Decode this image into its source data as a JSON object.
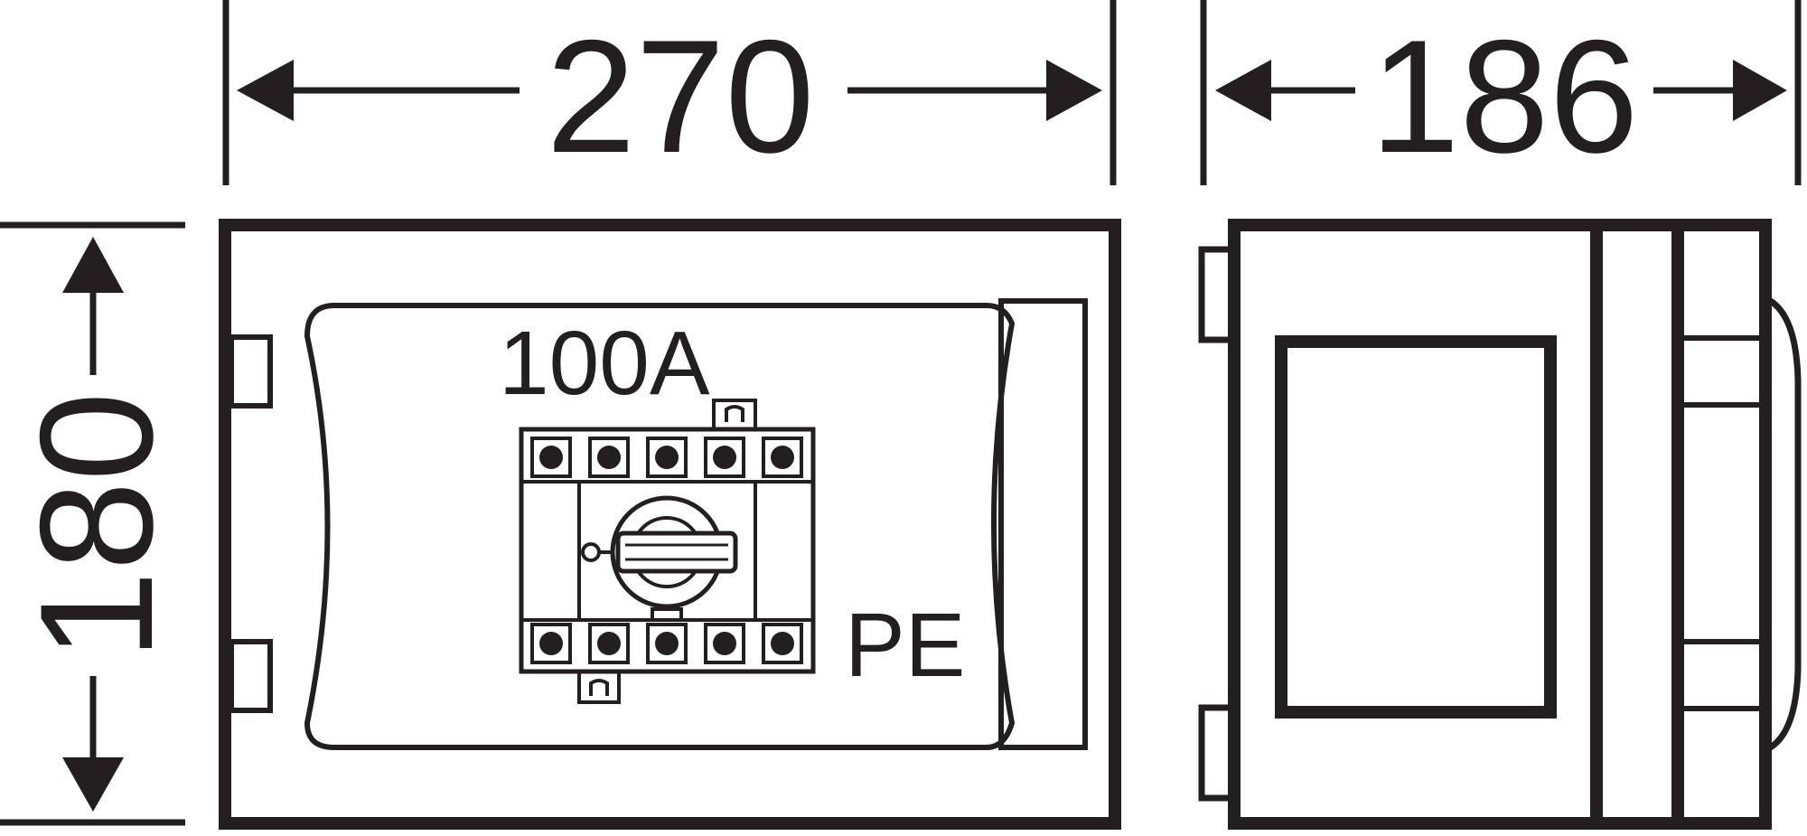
{
  "drawing": {
    "line_color": "#231f20",
    "background": "#ffffff",
    "dimensions": {
      "width": "270",
      "depth": "186",
      "height": "180"
    },
    "labels": {
      "rating": "100A",
      "earth": "PE"
    }
  }
}
